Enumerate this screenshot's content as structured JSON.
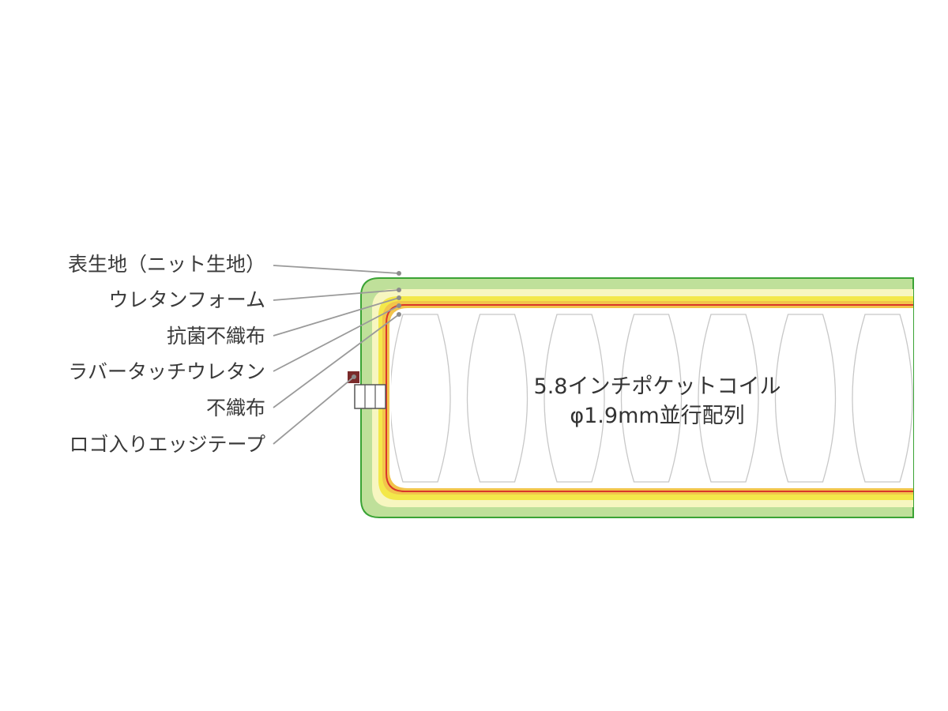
{
  "layers": [
    {
      "label": "表生地（ニット生地）"
    },
    {
      "label": "ウレタンフォーム"
    },
    {
      "label": "抗菌不織布"
    },
    {
      "label": "ラバータッチウレタン"
    },
    {
      "label": "不織布"
    },
    {
      "label": "ロゴ入りエッジテープ"
    }
  ],
  "core": {
    "line1": "5.8インチポケットコイル",
    "line2": "φ1.9mm並行配列"
  },
  "colors": {
    "fabric_outline": "#3aa335",
    "fabric_fill": "#bfe09a",
    "urethane": "#f7f6c0",
    "antibacterial": "#f3e84a",
    "rubber_touch": "#f2c44b",
    "nonwoven_line": "#d9352b",
    "edge_tape": "#7a2a2a",
    "coil_stroke": "#c8c8c8"
  }
}
